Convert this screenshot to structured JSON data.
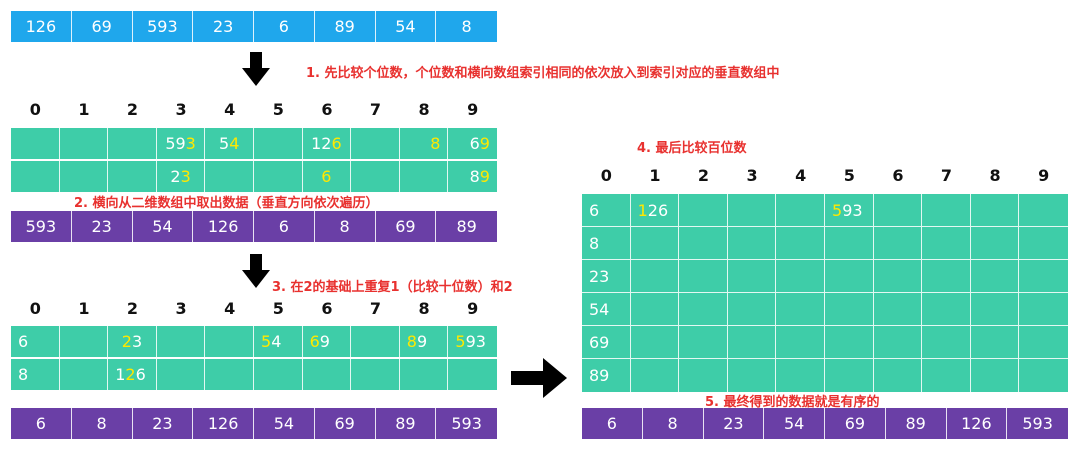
{
  "colors": {
    "blue": "#1fa7ec",
    "teal": "#3ecda8",
    "purple": "#6a3fa6",
    "note": "#e8312f",
    "highlight": "#ffe800"
  },
  "input_array": [
    "126",
    "69",
    "593",
    "23",
    "6",
    "89",
    "54",
    "8"
  ],
  "steps": {
    "step1": "1. 先比较个位数，个位数和横向数组索引相同的依次放入到索引对应的垂直数组中",
    "step2": "2. 横向从二维数组中取出数据（垂直方向依次遍历）",
    "step3": "3. 在2的基础上重复1（比较十位数）和2",
    "step4": "4. 最后比较百位数",
    "step5": "5. 最终得到的数据就是有序的"
  },
  "index_labels": [
    "0",
    "1",
    "2",
    "3",
    "4",
    "5",
    "6",
    "7",
    "8",
    "9"
  ],
  "bucket_grid_1": {
    "row1": [
      {
        "pre": "",
        "hl": "",
        "post": ""
      },
      {
        "pre": "",
        "hl": "",
        "post": ""
      },
      {
        "pre": "",
        "hl": "",
        "post": ""
      },
      {
        "pre": "59",
        "hl": "3",
        "post": ""
      },
      {
        "pre": "5",
        "hl": "4",
        "post": ""
      },
      {
        "pre": "",
        "hl": "",
        "post": ""
      },
      {
        "pre": "12",
        "hl": "6",
        "post": ""
      },
      {
        "pre": "",
        "hl": "",
        "post": ""
      },
      {
        "pre": "",
        "hl": "8",
        "post": ""
      },
      {
        "pre": "6",
        "hl": "9",
        "post": ""
      }
    ],
    "row2": [
      {
        "pre": "",
        "hl": "",
        "post": ""
      },
      {
        "pre": "",
        "hl": "",
        "post": ""
      },
      {
        "pre": "",
        "hl": "",
        "post": ""
      },
      {
        "pre": "2",
        "hl": "3",
        "post": ""
      },
      {
        "pre": "",
        "hl": "",
        "post": ""
      },
      {
        "pre": "",
        "hl": "",
        "post": ""
      },
      {
        "pre": "",
        "hl": "6",
        "post": ""
      },
      {
        "pre": "",
        "hl": "",
        "post": ""
      },
      {
        "pre": "",
        "hl": "",
        "post": ""
      },
      {
        "pre": "8",
        "hl": "9",
        "post": ""
      }
    ]
  },
  "pass1_result": [
    "593",
    "23",
    "54",
    "126",
    "6",
    "8",
    "69",
    "89"
  ],
  "bucket_grid_2": {
    "row1": [
      {
        "pre": "6",
        "hl": "",
        "post": ""
      },
      {
        "pre": "",
        "hl": "",
        "post": ""
      },
      {
        "pre": "",
        "hl": "2",
        "post": "3"
      },
      {
        "pre": "",
        "hl": "",
        "post": ""
      },
      {
        "pre": "",
        "hl": "",
        "post": ""
      },
      {
        "pre": "",
        "hl": "5",
        "post": "4"
      },
      {
        "pre": "",
        "hl": "6",
        "post": "9"
      },
      {
        "pre": "",
        "hl": "",
        "post": ""
      },
      {
        "pre": "",
        "hl": "8",
        "post": "9"
      },
      {
        "pre": "",
        "hl": "5",
        "post": "93"
      }
    ],
    "row2": [
      {
        "pre": "8",
        "hl": "",
        "post": ""
      },
      {
        "pre": "",
        "hl": "",
        "post": ""
      },
      {
        "pre": "1",
        "hl": "2",
        "post": "6"
      },
      {
        "pre": "",
        "hl": "",
        "post": ""
      },
      {
        "pre": "",
        "hl": "",
        "post": ""
      },
      {
        "pre": "",
        "hl": "",
        "post": ""
      },
      {
        "pre": "",
        "hl": "",
        "post": ""
      },
      {
        "pre": "",
        "hl": "",
        "post": ""
      },
      {
        "pre": "",
        "hl": "",
        "post": ""
      },
      {
        "pre": "",
        "hl": "",
        "post": ""
      }
    ]
  },
  "pass2_result": [
    "6",
    "8",
    "23",
    "126",
    "54",
    "69",
    "89",
    "593"
  ],
  "bucket_grid_3": [
    [
      {
        "pre": "6",
        "hl": "",
        "post": ""
      },
      {
        "pre": "",
        "hl": "1",
        "post": "26"
      },
      {
        "pre": "",
        "hl": "",
        "post": ""
      },
      {
        "pre": "",
        "hl": "",
        "post": ""
      },
      {
        "pre": "",
        "hl": "",
        "post": ""
      },
      {
        "pre": "",
        "hl": "5",
        "post": "93"
      },
      {
        "pre": "",
        "hl": "",
        "post": ""
      },
      {
        "pre": "",
        "hl": "",
        "post": ""
      },
      {
        "pre": "",
        "hl": "",
        "post": ""
      },
      {
        "pre": "",
        "hl": "",
        "post": ""
      }
    ],
    [
      {
        "pre": "8",
        "hl": "",
        "post": ""
      }
    ],
    [
      {
        "pre": "23",
        "hl": "",
        "post": ""
      }
    ],
    [
      {
        "pre": "54",
        "hl": "",
        "post": ""
      }
    ],
    [
      {
        "pre": "69",
        "hl": "",
        "post": ""
      }
    ],
    [
      {
        "pre": "89",
        "hl": "",
        "post": ""
      }
    ]
  ],
  "final_result": [
    "6",
    "8",
    "23",
    "54",
    "69",
    "89",
    "126",
    "593"
  ]
}
